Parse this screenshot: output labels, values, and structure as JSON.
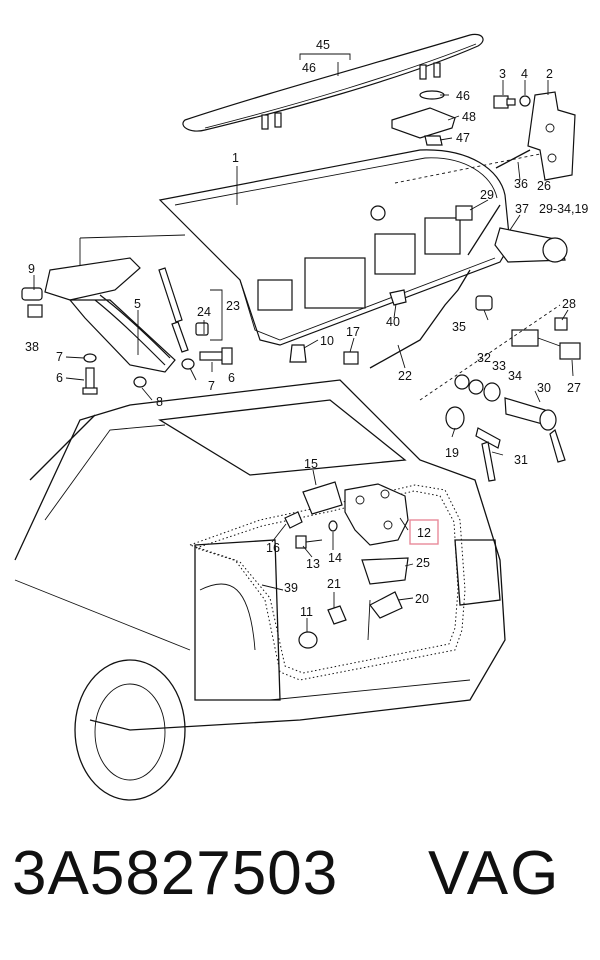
{
  "callouts": {
    "c1": "1",
    "c2": "2",
    "c3": "3",
    "c4": "4",
    "c5": "5",
    "c6a": "6",
    "c6b": "6",
    "c7a": "7",
    "c7b": "7",
    "c8": "8",
    "c9": "9",
    "c10": "10",
    "c11": "11",
    "c12": "12",
    "c13": "13",
    "c14": "14",
    "c15": "15",
    "c16": "16",
    "c17": "17",
    "c19": "19",
    "c20": "20",
    "c21": "21",
    "c22": "22",
    "c23": "23",
    "c24": "24",
    "c25": "25",
    "c26": "26",
    "c27": "27",
    "c28": "28",
    "c29": "29",
    "c29r": "29-34,19",
    "c30": "30",
    "c31": "31",
    "c32": "32",
    "c33": "33",
    "c34": "34",
    "c35": "35",
    "c36": "36",
    "c37": "37",
    "c38": "38",
    "c39": "39",
    "c40": "40",
    "c45": "45",
    "c46a": "46",
    "c46b": "46",
    "c47": "47",
    "c48": "48"
  },
  "highlight_color": "#e88a9a",
  "part_number": "3A5827503",
  "brand": "VAG"
}
